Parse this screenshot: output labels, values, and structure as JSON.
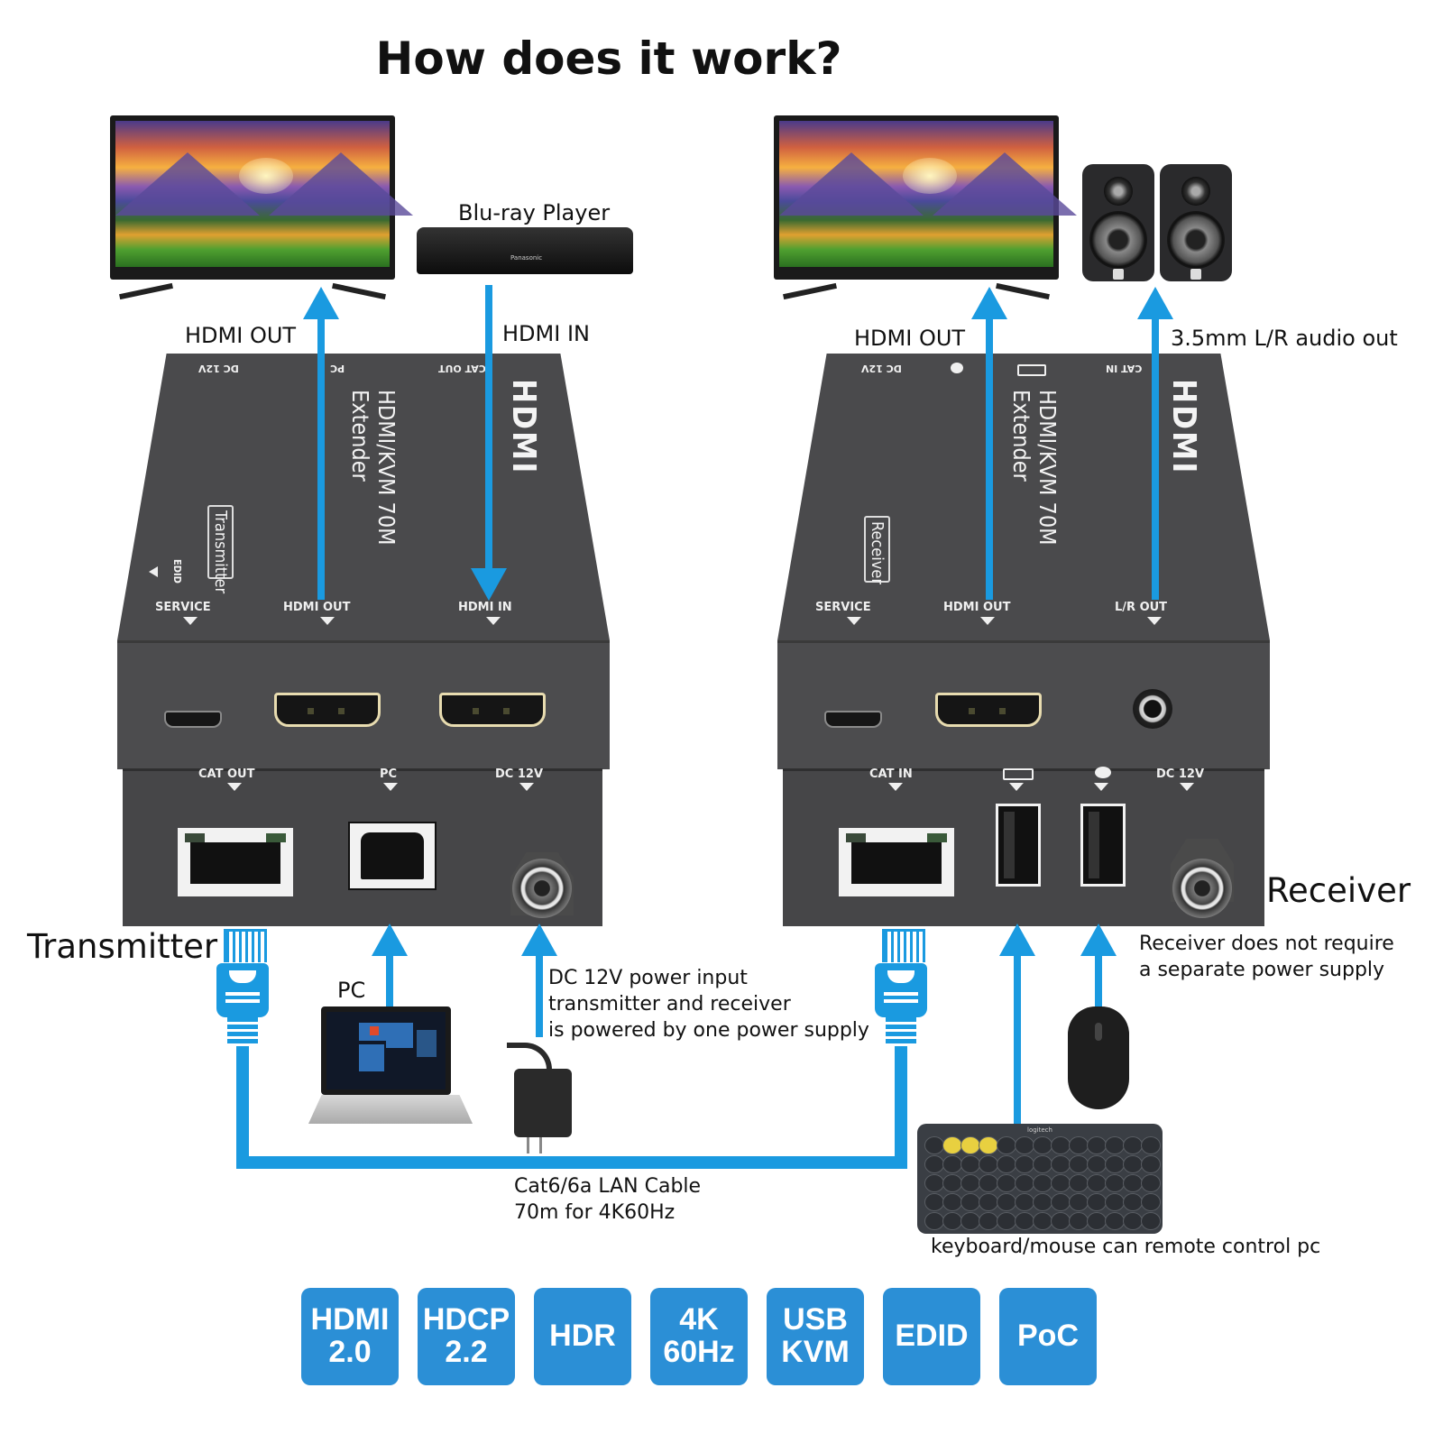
{
  "title": "How does it work?",
  "sources": {
    "bluray_label": "Blu-ray Player",
    "bluray_brand": "Panasonic",
    "pc_label": "PC"
  },
  "transmitter": {
    "side_label": "Transmitter",
    "hdmi_out_label": "HDMI OUT",
    "hdmi_in_label": "HDMI IN",
    "top": {
      "model": "HDMI/KVM 70M Extender",
      "logo": "HDMI",
      "badge": "Transmitter",
      "edid": "EDID",
      "rear_labels": [
        "DC 12V",
        "PC",
        "CAT OUT"
      ]
    },
    "front": {
      "labels": [
        "SERVICE",
        "HDMI OUT",
        "HDMI IN"
      ]
    },
    "rear": {
      "labels": [
        "CAT OUT",
        "PC",
        "DC 12V"
      ]
    }
  },
  "receiver": {
    "side_label": "Receiver",
    "hdmi_out_label": "HDMI OUT",
    "audio_label": "3.5mm L/R audio out",
    "power_note": [
      "Receiver does not require",
      "a separate power supply"
    ],
    "top": {
      "model": "HDMI/KVM 70M Extender",
      "logo": "HDMI",
      "badge": "Receiver",
      "rear_labels": [
        "DC 12V",
        "mouse",
        "keyboard",
        "CAT IN"
      ]
    },
    "front": {
      "labels": [
        "SERVICE",
        "HDMI OUT",
        "L/R OUT"
      ]
    },
    "rear": {
      "labels": [
        "CAT IN",
        "DC 12V"
      ]
    }
  },
  "power": {
    "lines": [
      "DC 12V power input",
      "transmitter and receiver",
      "is powered by one power supply"
    ]
  },
  "cable": {
    "lines": [
      "Cat6/6a LAN Cable",
      "70m for 4K60Hz"
    ]
  },
  "kvm": {
    "caption": "keyboard/mouse can remote control pc",
    "keyboard_brand": "logitech"
  },
  "features": [
    {
      "line1": "HDMI",
      "line2": "2.0"
    },
    {
      "line1": "HDCP",
      "line2": "2.2"
    },
    {
      "line1": "HDR",
      "line2": ""
    },
    {
      "line1": "4K",
      "line2": "60Hz"
    },
    {
      "line1": "USB",
      "line2": "KVM"
    },
    {
      "line1": "EDID",
      "line2": ""
    },
    {
      "line1": "PoC",
      "line2": ""
    }
  ],
  "colors": {
    "arrow": "#1a9ae0",
    "badge": "#2b8fd6",
    "device": "#4a4a4c"
  }
}
